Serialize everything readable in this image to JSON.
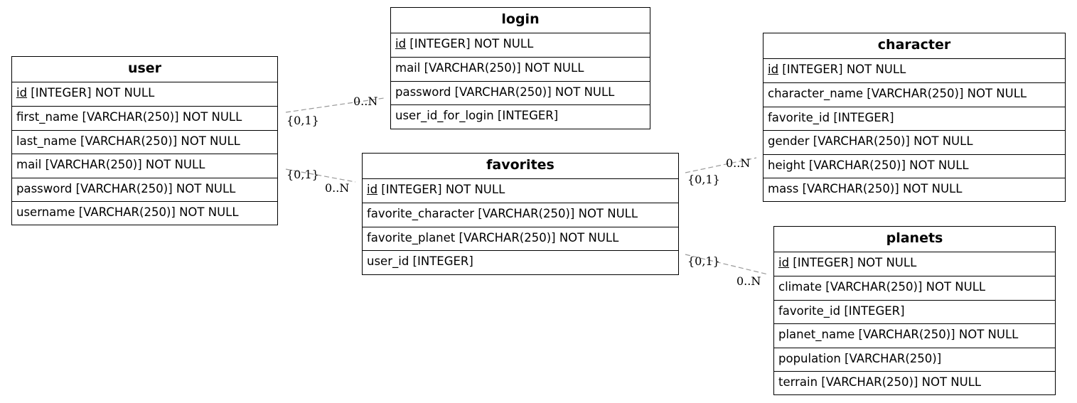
{
  "entities": {
    "user": {
      "title": "user",
      "fields": [
        {
          "pk": "id",
          "rest": " [INTEGER] NOT NULL"
        },
        {
          "pk": "",
          "rest": "first_name [VARCHAR(250)] NOT NULL"
        },
        {
          "pk": "",
          "rest": "last_name [VARCHAR(250)] NOT NULL"
        },
        {
          "pk": "",
          "rest": "mail [VARCHAR(250)] NOT NULL"
        },
        {
          "pk": "",
          "rest": "password [VARCHAR(250)] NOT NULL"
        },
        {
          "pk": "",
          "rest": "username [VARCHAR(250)] NOT NULL"
        }
      ]
    },
    "login": {
      "title": "login",
      "fields": [
        {
          "pk": "id",
          "rest": " [INTEGER] NOT NULL"
        },
        {
          "pk": "",
          "rest": "mail [VARCHAR(250)] NOT NULL"
        },
        {
          "pk": "",
          "rest": "password [VARCHAR(250)] NOT NULL"
        },
        {
          "pk": "",
          "rest": "user_id_for_login [INTEGER]"
        }
      ]
    },
    "favorites": {
      "title": "favorites",
      "fields": [
        {
          "pk": "id",
          "rest": " [INTEGER] NOT NULL"
        },
        {
          "pk": "",
          "rest": "favorite_character [VARCHAR(250)] NOT NULL"
        },
        {
          "pk": "",
          "rest": "favorite_planet [VARCHAR(250)] NOT NULL"
        },
        {
          "pk": "",
          "rest": "user_id [INTEGER]"
        }
      ]
    },
    "character": {
      "title": "character",
      "fields": [
        {
          "pk": "id",
          "rest": " [INTEGER] NOT NULL"
        },
        {
          "pk": "",
          "rest": "character_name [VARCHAR(250)] NOT NULL"
        },
        {
          "pk": "",
          "rest": "favorite_id [INTEGER]"
        },
        {
          "pk": "",
          "rest": "gender [VARCHAR(250)] NOT NULL"
        },
        {
          "pk": "",
          "rest": "height [VARCHAR(250)] NOT NULL"
        },
        {
          "pk": "",
          "rest": "mass [VARCHAR(250)] NOT NULL"
        }
      ]
    },
    "planets": {
      "title": "planets",
      "fields": [
        {
          "pk": "id",
          "rest": " [INTEGER] NOT NULL"
        },
        {
          "pk": "",
          "rest": "climate [VARCHAR(250)] NOT NULL"
        },
        {
          "pk": "",
          "rest": "favorite_id [INTEGER]"
        },
        {
          "pk": "",
          "rest": "planet_name [VARCHAR(250)] NOT NULL"
        },
        {
          "pk": "",
          "rest": "population [VARCHAR(250)]"
        },
        {
          "pk": "",
          "rest": "terrain [VARCHAR(250)] NOT NULL"
        }
      ]
    }
  },
  "relationships": [
    {
      "from": "user",
      "to": "login",
      "from_card": "{0,1}",
      "to_card": "0..N"
    },
    {
      "from": "user",
      "to": "favorites",
      "from_card": "{0,1}",
      "to_card": "0..N"
    },
    {
      "from": "favorites",
      "to": "character",
      "from_card": "{0,1}",
      "to_card": "0..N"
    },
    {
      "from": "favorites",
      "to": "planets",
      "from_card": "{0,1}",
      "to_card": "0..N"
    }
  ],
  "colors": {
    "edge": "#999999",
    "border": "#000000",
    "background": "#ffffff"
  }
}
